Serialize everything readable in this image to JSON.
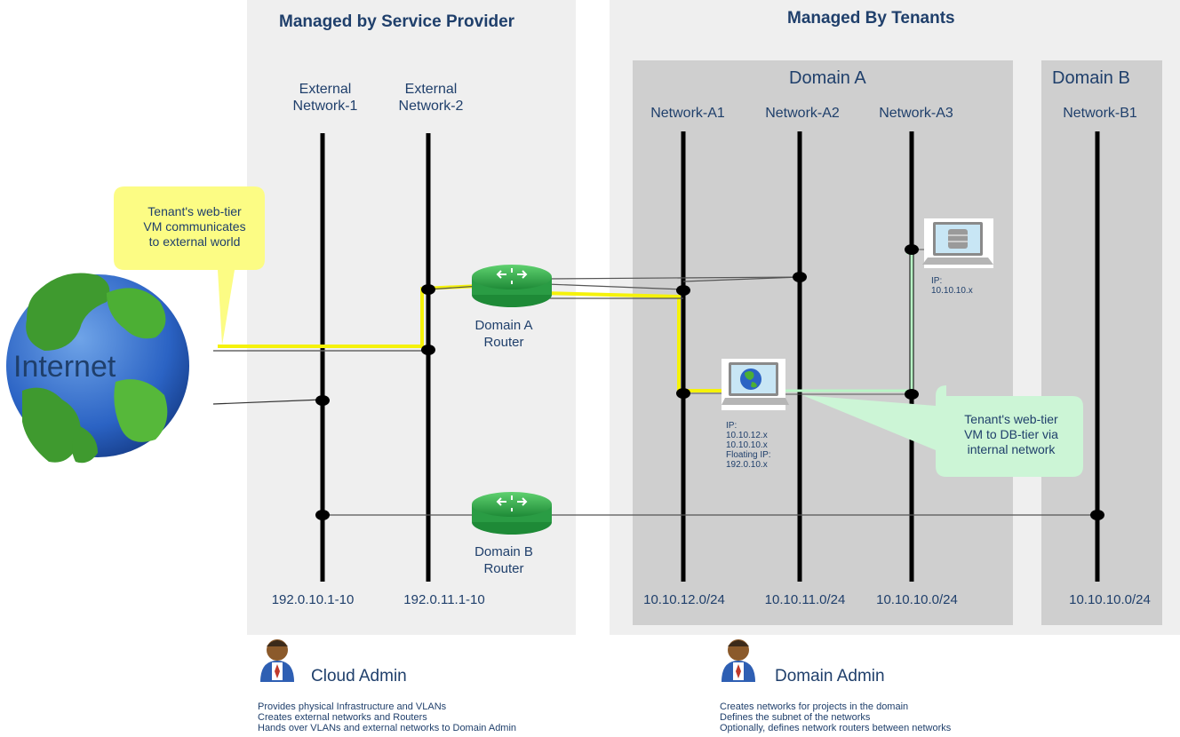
{
  "sections": {
    "provider": "Managed by Service Provider",
    "tenants": "Managed By Tenants"
  },
  "domains": {
    "a": "Domain A",
    "b": "Domain B"
  },
  "networks": {
    "ext1": [
      "External",
      "Network-1"
    ],
    "ext2": [
      "External",
      "Network-2"
    ],
    "a1": "Network-A1",
    "a2": "Network-A2",
    "a3": "Network-A3",
    "b1": "Network-B1"
  },
  "subnets": {
    "ext1": "192.0.10.1-10",
    "ext2": "192.0.11.1-10",
    "a1": "10.10.12.0/24",
    "a2": "10.10.11.0/24",
    "a3": "10.10.10.0/24",
    "b1": "10.10.10.0/24"
  },
  "routers": {
    "a": [
      "Domain A",
      "Router"
    ],
    "b": [
      "Domain B",
      "Router"
    ]
  },
  "internet": "Internet",
  "vms": {
    "db_ip": [
      "IP:",
      "10.10.10.x"
    ],
    "web_ip": [
      "IP:",
      "10.10.12.x",
      "10.10.10.x",
      "Floating IP:",
      "192.0.10.x"
    ]
  },
  "callouts": {
    "web_external": [
      "Tenant's web-tier",
      "VM communicates",
      "to external world"
    ],
    "web_db": [
      "Tenant's web-tier",
      "VM to DB-tier via",
      "internal network"
    ]
  },
  "admins": {
    "cloud": {
      "name": "Cloud Admin",
      "desc": [
        "Provides physical Infrastructure and VLANs",
        "Creates external networks and Routers",
        "Hands over VLANs and external networks to Domain Admin"
      ]
    },
    "domain": {
      "name": "Domain Admin",
      "desc": [
        "Creates networks for projects in the domain",
        "Defines the subnet of the networks",
        "Optionally, defines network routers between networks"
      ]
    }
  },
  "colors": {
    "provider_bg": "#efefef",
    "domain_bg": "#cfcfcf",
    "text": "#1f3f6b",
    "yellow_path": "#f5f20a",
    "green_path": "#b9f5c6",
    "router": "#2fa84a"
  }
}
